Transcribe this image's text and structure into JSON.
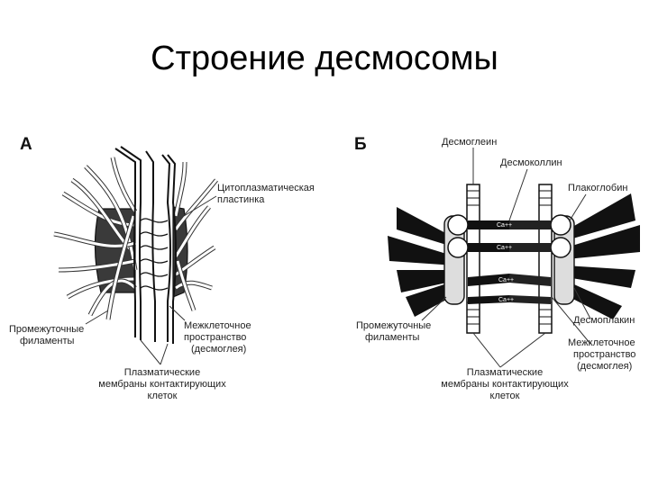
{
  "title": "Строение десмосомы",
  "panel_a": {
    "letter": "А",
    "labels": {
      "cyto_plate_1": "Цитоплазматическая",
      "cyto_plate_2": "пластинка",
      "filaments_1": "Промежуточные",
      "filaments_2": "филаменты",
      "intercell_1": "Межклеточное",
      "intercell_2": "пространство",
      "intercell_3": "(десмоглея)",
      "membranes_1": "Плазматические",
      "membranes_2": "мембраны контактирующих",
      "membranes_3": "клеток"
    }
  },
  "panel_b": {
    "letter": "Б",
    "labels": {
      "desmoglein": "Десмоглеин",
      "desmocollin": "Десмоколлин",
      "plakoglobin": "Плакоглобин",
      "desmoplakin": "Десмоплакин",
      "filaments_1": "Промежуточные",
      "filaments_2": "филаменты",
      "intercell_1": "Межклеточное",
      "intercell_2": "пространство",
      "intercell_3": "(десмоглея)",
      "membranes_1": "Плазматические",
      "membranes_2": "мембраны контактирующих",
      "membranes_3": "клеток",
      "ca": "Ca++"
    }
  }
}
